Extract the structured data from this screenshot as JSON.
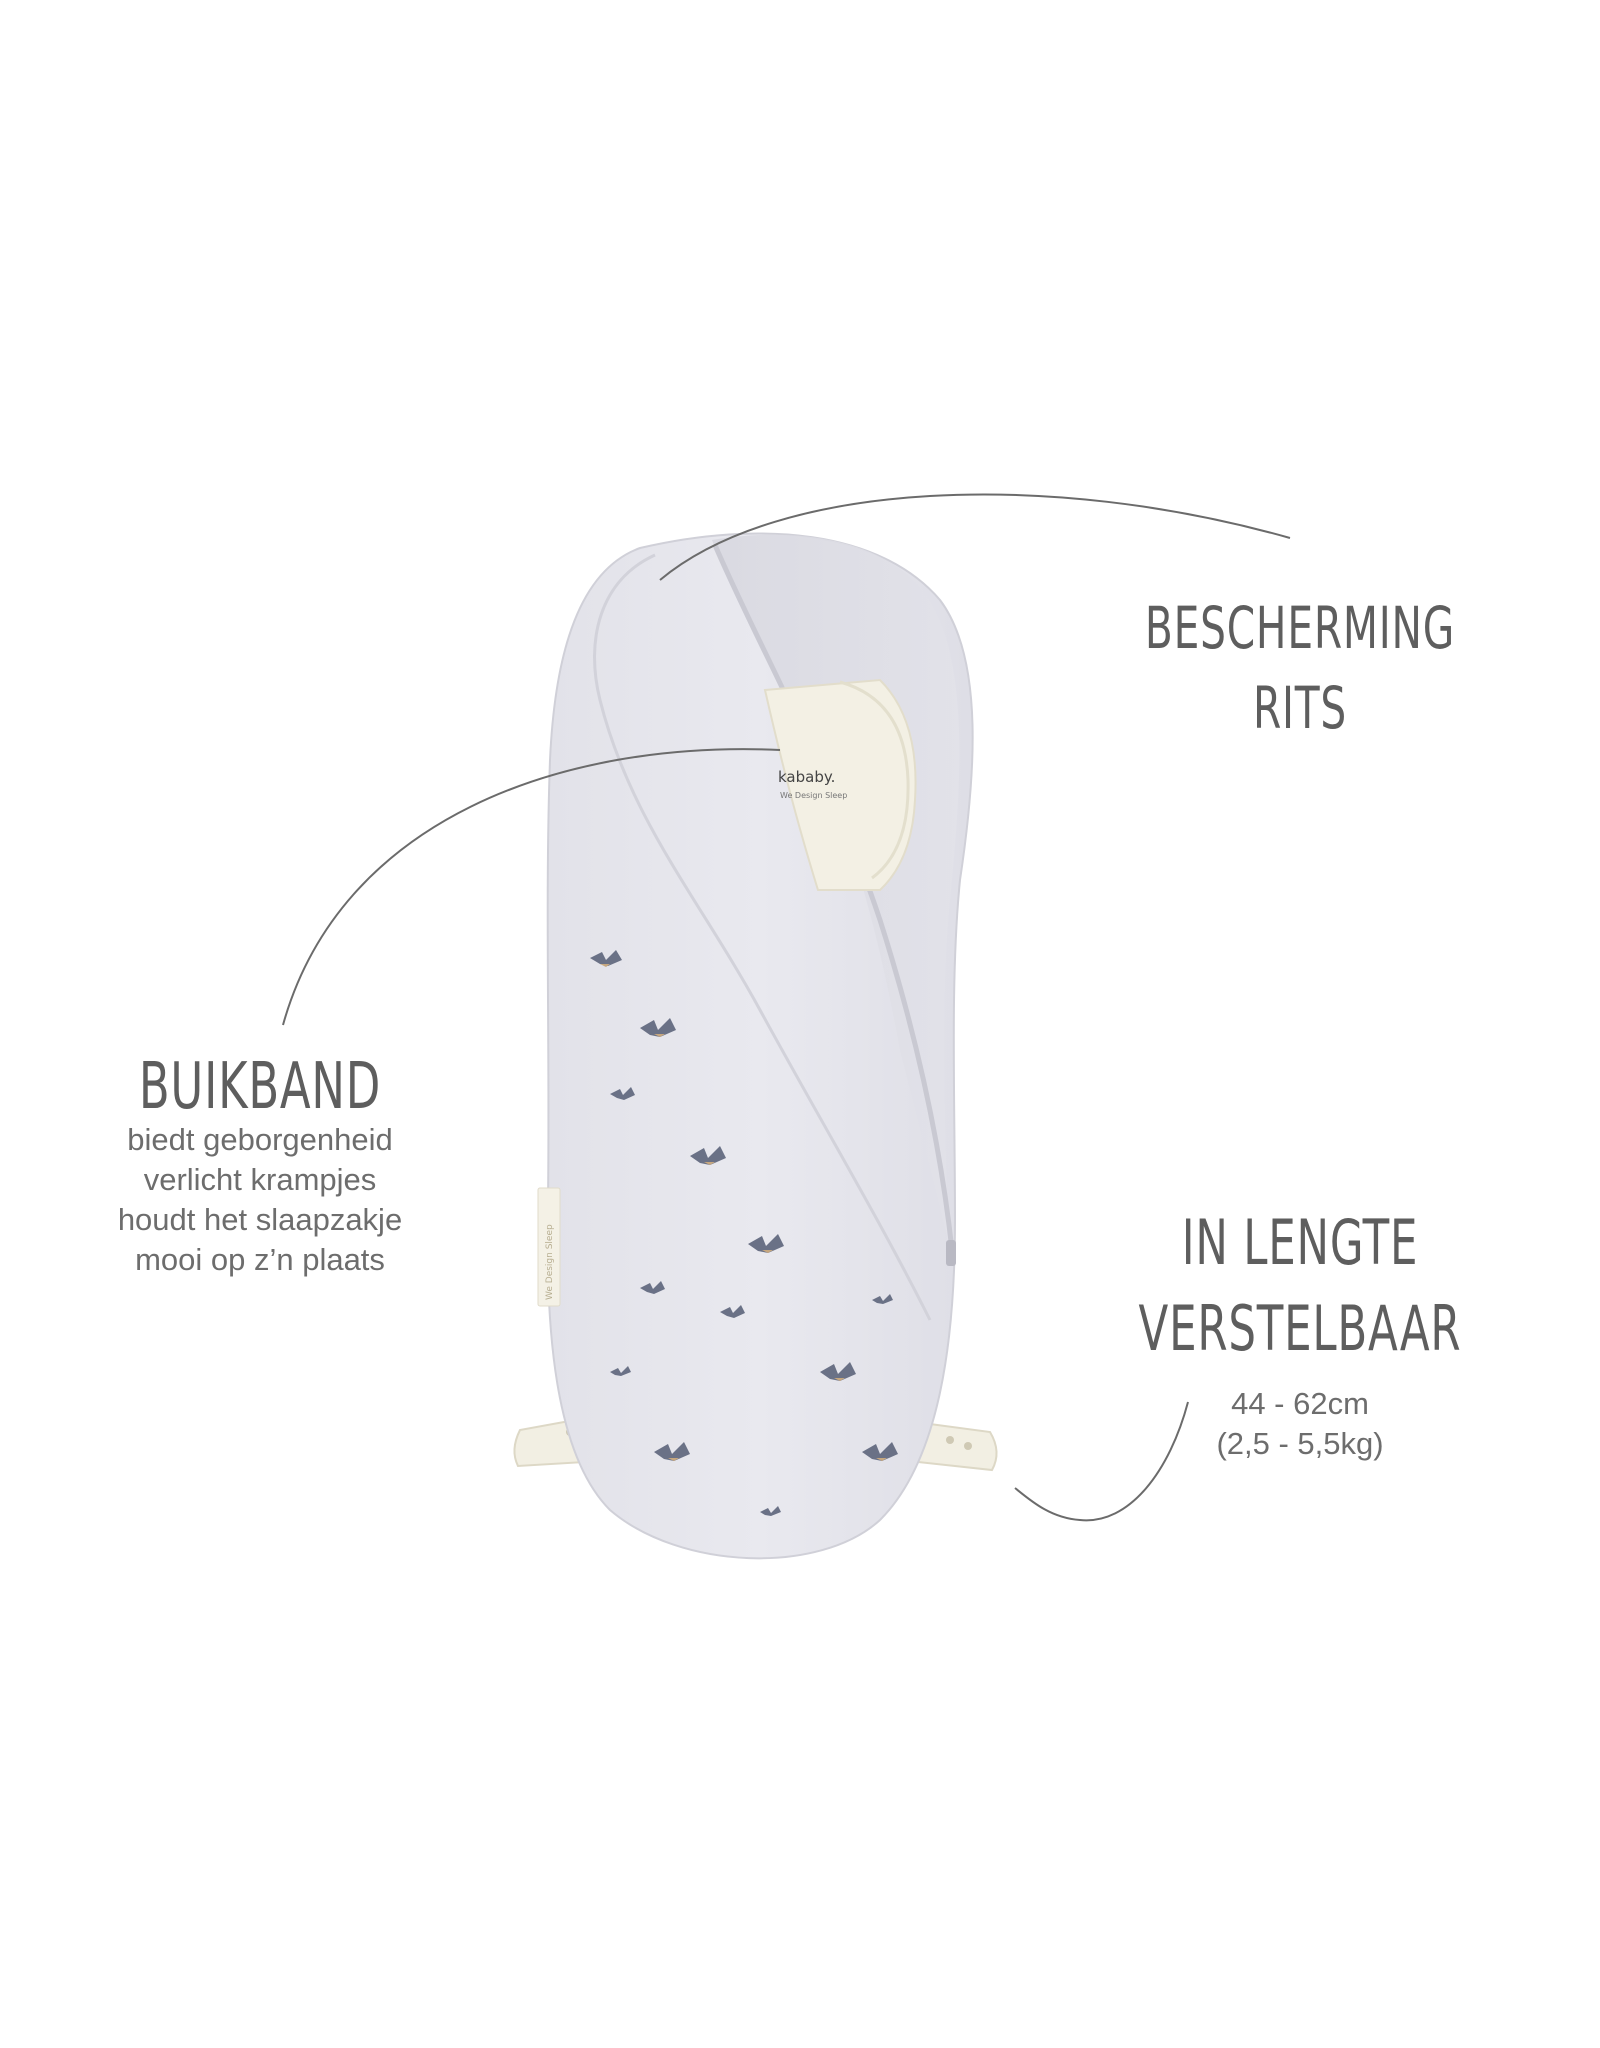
{
  "callouts": {
    "bescherming": {
      "title_line1": "BESCHERMING",
      "title_line2": "RITS"
    },
    "buikband": {
      "title": "BUIKBAND",
      "lines": [
        "biedt geborgenheid",
        "verlicht krampjes",
        "houdt het slaapzakje",
        "mooi op z’n plaats"
      ]
    },
    "lengte": {
      "title_line1": "IN LENGTE",
      "title_line2": "VERSTELBAAR",
      "size_range": "44 - 62cm",
      "weight_range": "(2,5 - 5,5kg)"
    }
  },
  "product": {
    "label_brand": "kababy.",
    "label_tagline": "We Design Sleep",
    "side_tag": "We Design Sleep"
  },
  "colors": {
    "fabric": "#e6e6ec",
    "fabric_shade": "#d4d4dc",
    "inner": "#dcdce4",
    "cream": "#f3f0e4",
    "text": "#5e5e5e",
    "line": "#6b6b6b"
  }
}
